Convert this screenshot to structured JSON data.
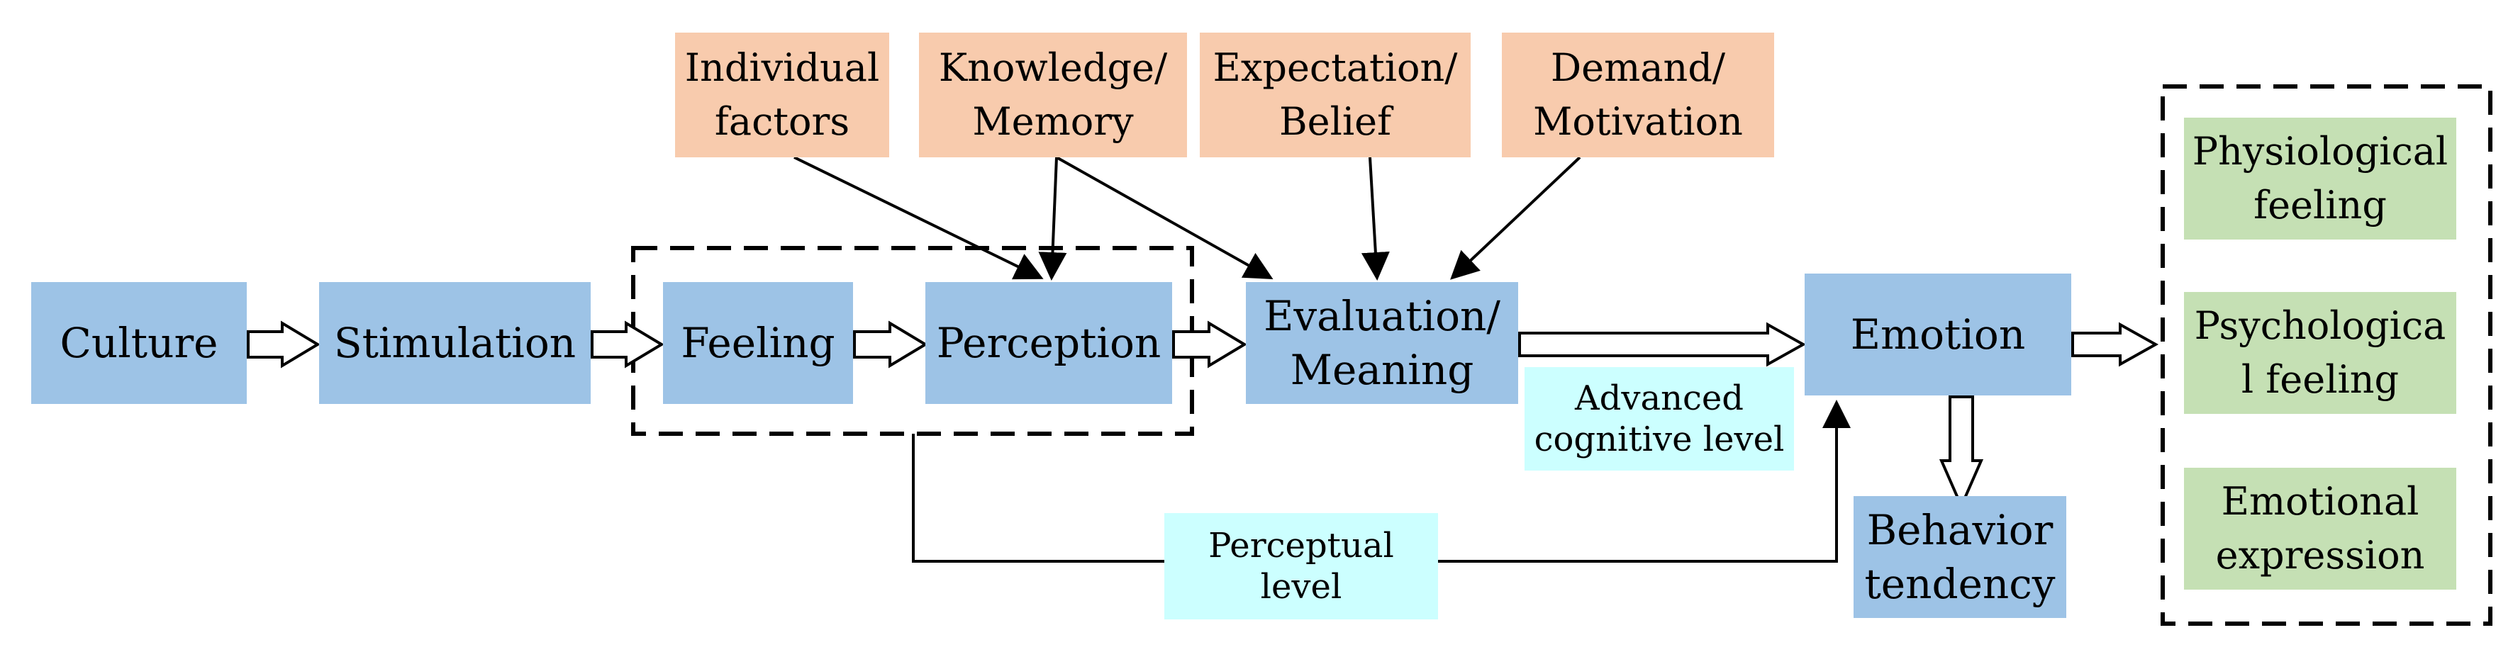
{
  "nodes": {
    "culture": "Culture",
    "stimulation": "Stimulation",
    "feeling": "Feeling",
    "perception": "Perception",
    "evaluation": [
      "Evaluation/",
      "Meaning"
    ],
    "emotion": "Emotion",
    "behavior": [
      "Behavior",
      "tendency"
    ]
  },
  "factors": {
    "individual": [
      "Individual",
      "factors"
    ],
    "knowledge": [
      "Knowledge/",
      "Memory"
    ],
    "expectation": [
      "Expectation/",
      "Belief"
    ],
    "demand": [
      "Demand/",
      "Motivation"
    ]
  },
  "outputs": {
    "physiological": [
      "Physiological",
      "feeling"
    ],
    "psychological": [
      "Psychologica",
      "l feeling"
    ],
    "expression": [
      "Emotional",
      "expression"
    ]
  },
  "levels": {
    "advanced": [
      "Advanced",
      "cognitive level"
    ],
    "perceptual": [
      "Perceptual",
      "level"
    ]
  },
  "colors": {
    "process": "#9dc3e6",
    "factor": "#f8cbad",
    "output": "#c5e0b4",
    "level": "#ccffff"
  }
}
